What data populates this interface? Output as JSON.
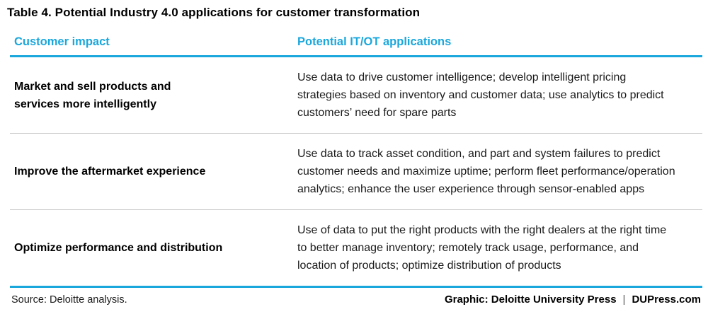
{
  "title": "Table 4. Potential Industry 4.0 applications for customer transformation",
  "table": {
    "columns": [
      "Customer impact",
      "Potential IT/OT applications"
    ],
    "rows": [
      {
        "impact": "Market and sell products and services more intelligently",
        "applications": "Use data to drive customer intelligence; develop intelligent pricing strategies based on inventory and customer data;  use analytics to predict customers’ need for spare parts"
      },
      {
        "impact": "Improve the aftermarket experience",
        "applications": "Use data to track asset condition, and part and system failures to predict customer needs and maximize uptime; perform fleet performance/operation analytics; enhance the user experience through sensor-enabled apps"
      },
      {
        "impact": "Optimize performance and distribution",
        "applications": "Use of data to put the right products with the right dealers at the right time to better manage inventory;  remotely track usage, performance, and  location of products; optimize distribution of products"
      }
    ]
  },
  "footer": {
    "source": "Source: Deloitte analysis.",
    "graphic": "Graphic: Deloitte University Press",
    "divider": "|",
    "site": "DUPress.com"
  },
  "colors": {
    "accent": "#1AA7DC",
    "row_divider": "#C9C9C9",
    "text": "#000000"
  }
}
